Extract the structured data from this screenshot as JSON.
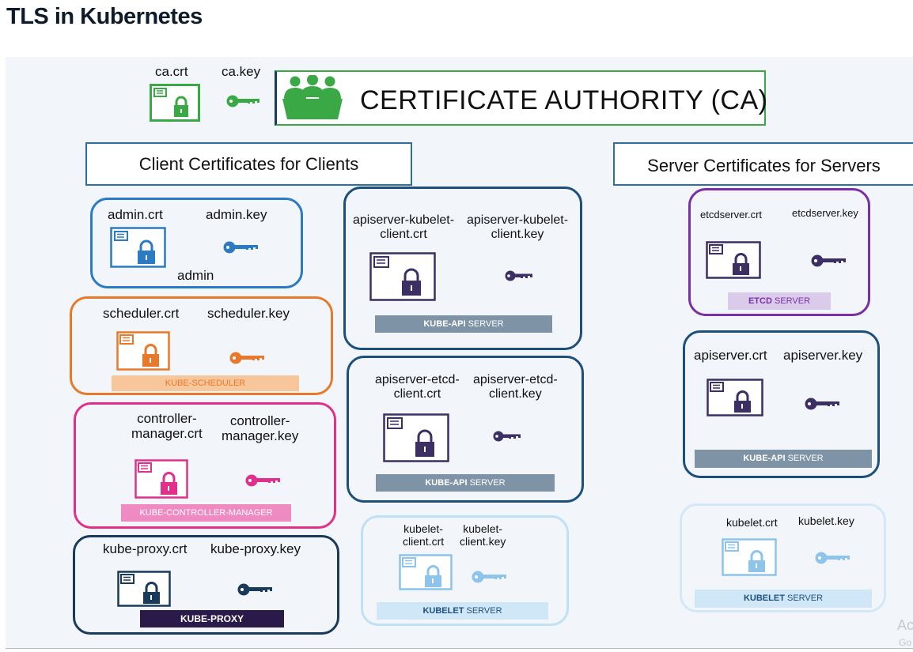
{
  "page_title": "TLS in Kubernetes",
  "ca": {
    "crt_label": "ca.crt",
    "key_label": "ca.key",
    "title": "CERTIFICATE AUTHORITY (CA)"
  },
  "client_header": "Client Certificates for Clients",
  "server_header": "Server Certificates for Servers",
  "admin": {
    "crt": "admin.crt",
    "key": "admin.key",
    "name": "admin"
  },
  "scheduler": {
    "crt": "scheduler.crt",
    "key": "scheduler.key",
    "band": "KUBE-SCHEDULER"
  },
  "controller": {
    "crt": "controller-\nmanager.crt",
    "key": "controller-\nmanager.key",
    "band": "KUBE-CONTROLLER-MANAGER"
  },
  "proxy": {
    "crt": "kube-proxy.crt",
    "key": "kube-proxy.key",
    "band": "KUBE-PROXY"
  },
  "apiserver_kubelet_client": {
    "crt": "apiserver-kubelet-\nclient.crt",
    "key": "apiserver-kubelet-\nclient.key",
    "band_bold": "KUBE-API",
    "band_rest": " SERVER"
  },
  "apiserver_etcd_client": {
    "crt": "apiserver-etcd-\nclient.crt",
    "key": "apiserver-etcd-\nclient.key",
    "band_bold": "KUBE-API",
    "band_rest": " SERVER"
  },
  "kubelet_client": {
    "crt": "kubelet-\nclient.crt",
    "key": "kubelet-\nclient.key",
    "band_bold": "KUBELET",
    "band_rest": " SERVER"
  },
  "etcd_server": {
    "crt": "etcdserver.crt",
    "key": "etcdserver.key",
    "band_bold": "ETCD",
    "band_rest": " SERVER"
  },
  "apiserver_server": {
    "crt": "apiserver.crt",
    "key": "apiserver.key",
    "band_bold": "KUBE-API",
    "band_rest": " SERVER"
  },
  "kubelet_server": {
    "crt": "kubelet.crt",
    "key": "kubelet.key",
    "band_bold": "KUBELET",
    "band_rest": " SERVER"
  },
  "overlay": {
    "line1": "Ac",
    "line2": "Go"
  },
  "colors": {
    "ca_green": "#3aa845",
    "admin_blue": "#2a7ac4",
    "scheduler_orange": "#e9792a",
    "controller_magenta": "#e0308c",
    "proxy_navy": "#1a3a5c",
    "server_navy": "#1d4f7c",
    "etcd_purple": "#7a2fa6",
    "kubelet_lightblue": "#8cc4ec",
    "cert_dark": "#3b2f63"
  }
}
